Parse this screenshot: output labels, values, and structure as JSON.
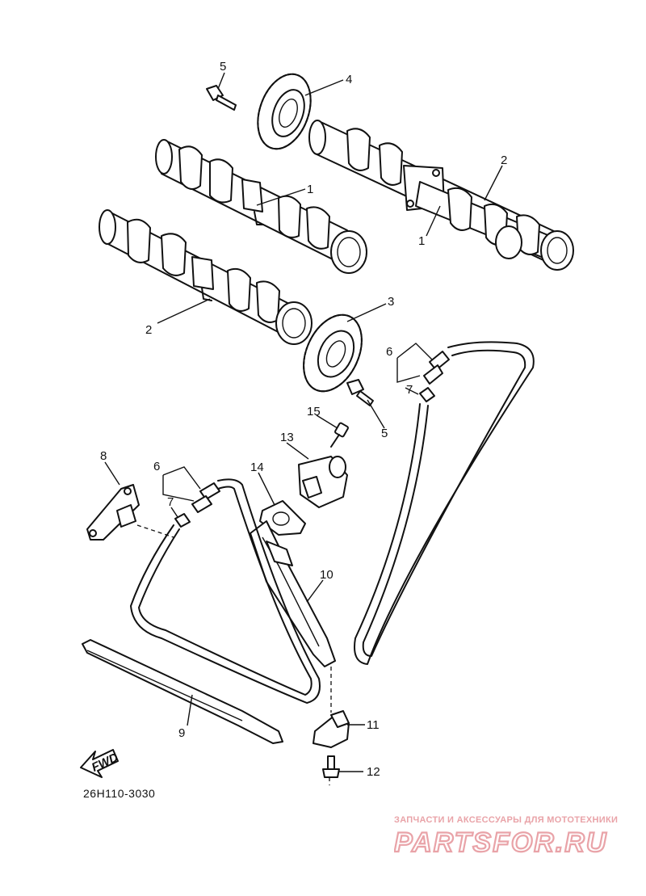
{
  "diagram": {
    "part_code": "26H110-3030",
    "fwd_label": "FWD",
    "callouts": {
      "c1a": "1",
      "c1b": "1",
      "c2a": "2",
      "c2b": "2",
      "c3": "3",
      "c4": "4",
      "c5a": "5",
      "c5b": "5",
      "c6a": "6",
      "c6b": "6",
      "c7a": "7",
      "c7b": "7",
      "c8": "8",
      "c9": "9",
      "c10": "10",
      "c11": "11",
      "c12": "12",
      "c13": "13",
      "c14": "14",
      "c15": "15"
    }
  },
  "watermark": {
    "caption": "ЗАПЧАСТИ И АКСЕССУАРЫ ДЛЯ МОТОТЕХНИКИ",
    "logo_text": "PARTSFOR.RU",
    "color": "#e9a3a8"
  }
}
